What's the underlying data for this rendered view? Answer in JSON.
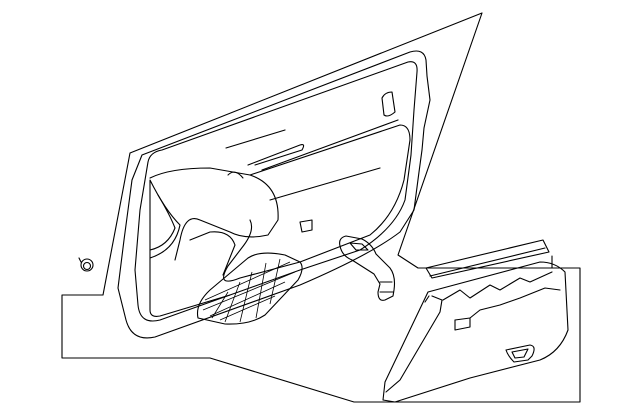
{
  "diagram": {
    "type": "exploded parts line drawing",
    "line_color": "#000000",
    "background": "#ffffff",
    "parts": [
      "door-trim-panel",
      "clip",
      "speaker-grille",
      "pull-handle-bracket",
      "armrest-strip",
      "lower-trim-pocket",
      "small-bezel"
    ]
  }
}
